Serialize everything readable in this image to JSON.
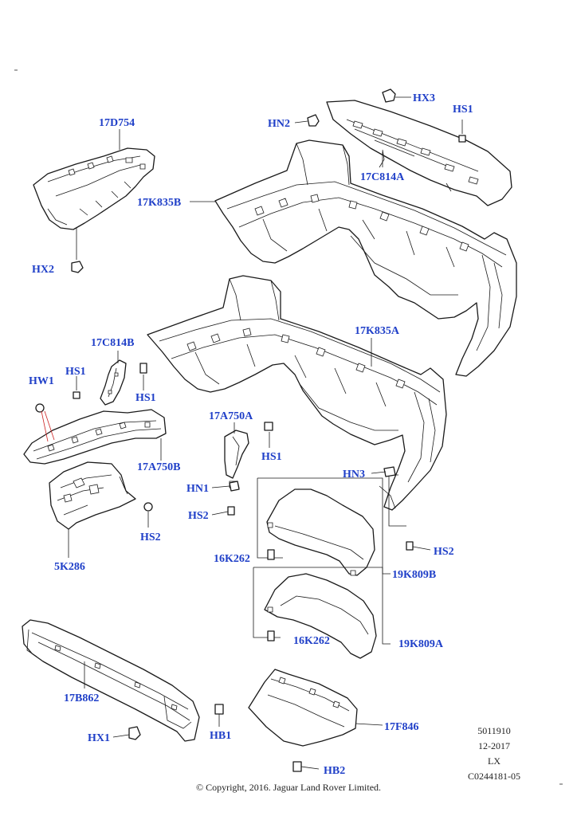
{
  "callouts": {
    "hx3": "HX3",
    "hs1_top": "HS1",
    "hn2": "HN2",
    "c17d754": "17D754",
    "c17c814a": "17C814A",
    "c17k835b": "17K835B",
    "hx2": "HX2",
    "c17c814b": "17C814B",
    "c17k835a": "17K835A",
    "hw1": "HW1",
    "hs1_left": "HS1",
    "hs1_mid": "HS1",
    "c17a750a": "17A750A",
    "hs1_lower": "HS1",
    "c17a750b": "17A750B",
    "hn3": "HN3",
    "hn1": "HN1",
    "hs2_mid": "HS2",
    "hs2_left": "HS2",
    "hs2_right": "HS2",
    "c16k262_top": "16K262",
    "c19k809b": "19K809B",
    "c5k286": "5K286",
    "c16k262_bot": "16K262",
    "c19k809a": "19K809A",
    "c17b862": "17B862",
    "c17f846": "17F846",
    "hx1": "HX1",
    "hb1": "HB1",
    "hb2": "HB2"
  },
  "illustration_info": {
    "number": "5011910",
    "date": "12-2017",
    "model": "LX",
    "code": "C0244181-05"
  },
  "copyright": "© Copyright, 2016. Jaguar Land Rover Limited.",
  "colors": {
    "callout_text": "#1f3fc8",
    "line_art": "#1a1a1a",
    "highlight_leader": "#cc2222"
  }
}
